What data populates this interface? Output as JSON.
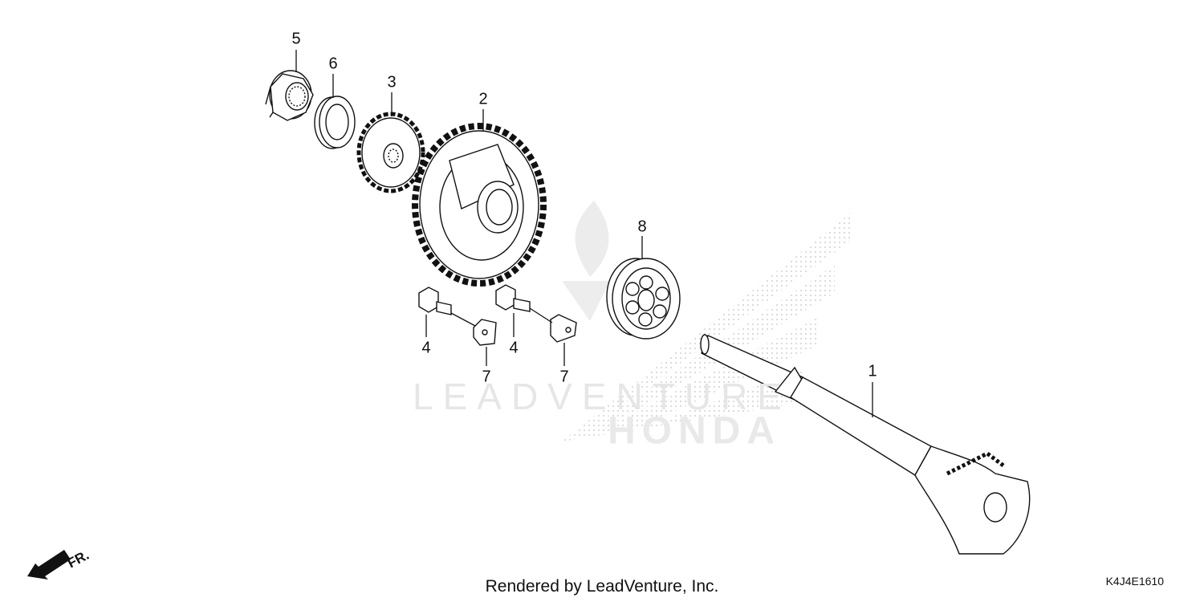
{
  "diagram": {
    "callouts": [
      {
        "id": "c5",
        "text": "5"
      },
      {
        "id": "c6",
        "text": "6"
      },
      {
        "id": "c3",
        "text": "3"
      },
      {
        "id": "c2",
        "text": "2"
      },
      {
        "id": "c8",
        "text": "8"
      },
      {
        "id": "c1",
        "text": "1"
      },
      {
        "id": "c4a",
        "text": "4"
      },
      {
        "id": "c4b",
        "text": "4"
      },
      {
        "id": "c7a",
        "text": "7"
      },
      {
        "id": "c7b",
        "text": "7"
      }
    ],
    "footer_text": "Rendered by LeadVenture, Inc.",
    "diagram_code": "K4J4E1610",
    "direction_label": "FR.",
    "watermark_primary": "LEADVENTURE",
    "watermark_secondary": "HONDA"
  },
  "colors": {
    "ink": "#111111",
    "watermark": "#e3e3e3",
    "background": "#ffffff"
  }
}
